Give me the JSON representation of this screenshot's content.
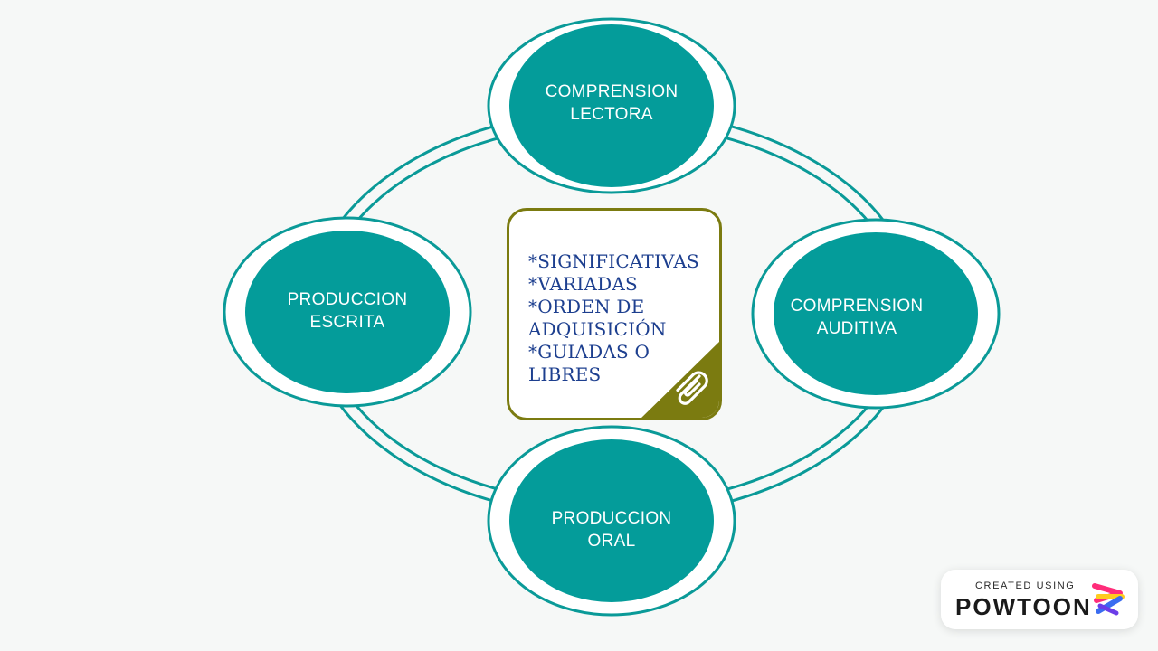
{
  "nodes": {
    "top": {
      "label": "COMPRENSION\nLECTORA"
    },
    "left": {
      "label": "PRODUCCION\nESCRITA"
    },
    "right": {
      "label": "COMPRENSION\nAUDITIVA"
    },
    "bottom": {
      "label": "PRODUCCION\nORAL"
    }
  },
  "center": {
    "items": [
      "*SIGNIFICATIVAS",
      "*VARIADAS",
      "*ORDEN DE",
      "ADQUISICIÓN",
      "*GUIADAS O",
      "LIBRES"
    ]
  },
  "colors": {
    "teal": "#049c9a",
    "ring": "#0a9a98",
    "olive": "#7b7b10",
    "text_blue": "#1d3f8f"
  },
  "icons": {
    "center": "paperclip-icon",
    "badge": "powtoon-logo-icon"
  },
  "watermark": {
    "small": "CREATED USING",
    "brand": "POWTOON"
  }
}
